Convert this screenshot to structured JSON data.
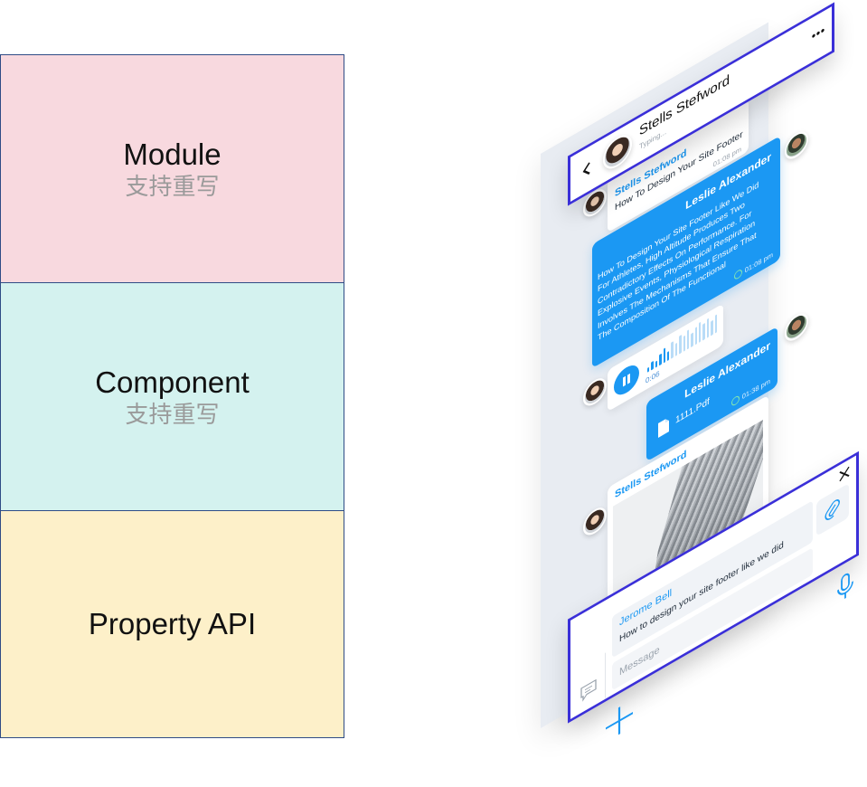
{
  "layers": [
    {
      "title": "Module",
      "note": "支持重写"
    },
    {
      "title": "Component",
      "note": "支持重写"
    },
    {
      "title": "Property API"
    }
  ],
  "colors": {
    "module_bg": "#f8d9df",
    "component_bg": "#d4f2ef",
    "property_bg": "#fdf0c9",
    "border": "#2f4c86",
    "accent_blue": "#1b98f3",
    "frame": "#3a2fd8"
  },
  "chat": {
    "header": {
      "name": "Stells Stefword",
      "status": "Typing...",
      "back_icon": "chevron-left-icon",
      "menu_icon": "more-icon"
    },
    "messages": [
      {
        "sender": "Stells Stefword",
        "text": "How To Design Your Site Footer",
        "time": "01:08 pm"
      },
      {
        "sender": "Leslie Alexander",
        "lines": [
          "How To Design Your Site Footer Like We Did",
          "For Athletes, High Altitude Produces Two",
          "Contradictory Effects On Performance. For",
          "Explosive Events, Physiological Respiration",
          "Involves The Mechanisms That Ensure That",
          "The Composition Of The Functional"
        ],
        "time": "01:08 pm"
      },
      {
        "duration": "0:06"
      },
      {
        "sender": "Leslie Alexander",
        "file_name": "1111.Pdf",
        "time": "01:38 pm"
      },
      {
        "sender": "Stells Stefword"
      }
    ],
    "composer": {
      "reply_to": "Jerome Bell",
      "reply_text": "How to design your site footer like we did",
      "placeholder": "Message",
      "close_icon": "close-icon",
      "attach_icon": "attach-icon",
      "chat_icon": "chat-icon",
      "mic_icon": "mic-icon",
      "add_icon": "plus-icon"
    }
  }
}
